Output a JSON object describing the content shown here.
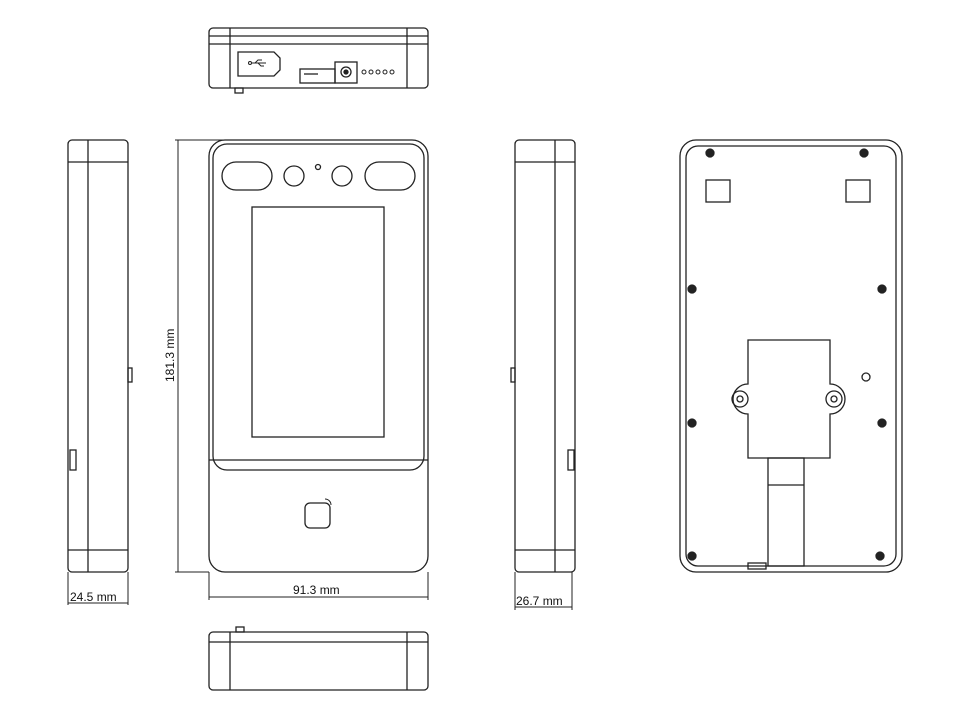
{
  "dimensions": {
    "height": "181.3 mm",
    "width": "91.3 mm",
    "depth_left": "24.5 mm",
    "depth_right": "26.7 mm"
  },
  "icons": {
    "usb": "usb-icon",
    "card": "card-reader-icon"
  },
  "colors": {
    "line": "#222222",
    "background": "#ffffff"
  }
}
